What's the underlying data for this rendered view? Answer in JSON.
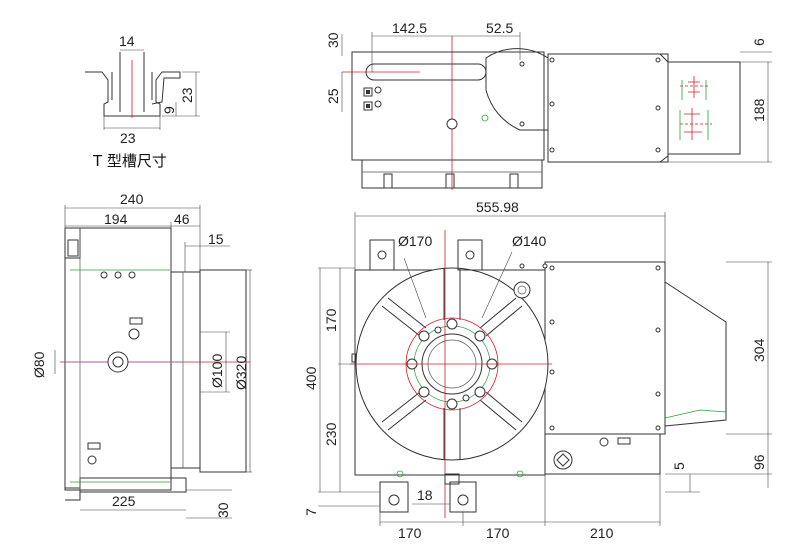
{
  "t_slot": {
    "caption": "T 型槽尺寸",
    "dims": {
      "top_width": "14",
      "bottom_width": "23",
      "height": "23",
      "neck": "9"
    }
  },
  "side_view": {
    "dims": {
      "total": "240",
      "body": "194",
      "flange": "46",
      "flange_thk": "15",
      "bore": "Ø80",
      "inner_dia": "Ø100",
      "outer_dia": "Ø320",
      "base_len": "225",
      "base_h": "30"
    }
  },
  "top_view": {
    "dims": {
      "left_off": "142.5",
      "right_off": "52.5",
      "top_h": "30",
      "slot_h": "25",
      "gap": "6",
      "motor_h": "188"
    }
  },
  "plan_view": {
    "dims": {
      "overall": "555.98",
      "pcd_a": "Ø170",
      "pcd_b": "Ø140",
      "upper": "170",
      "lower": "230",
      "total_h": "400",
      "motor_w": "304",
      "bottom_h": "96",
      "small": "5",
      "slot_w": "18",
      "foot_h": "7",
      "pitch_a": "170",
      "pitch_b": "170",
      "right_len": "210"
    }
  }
}
